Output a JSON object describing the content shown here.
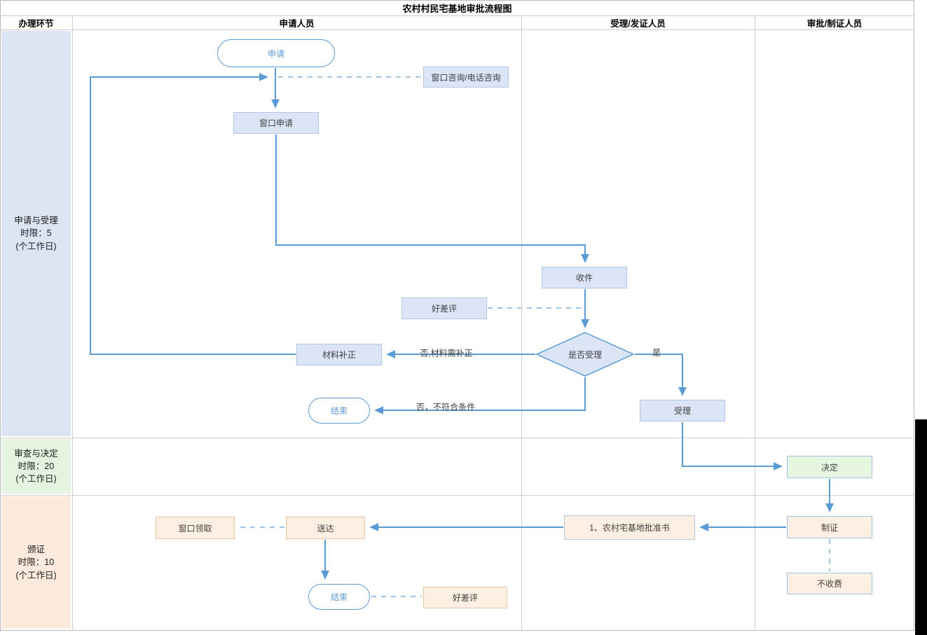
{
  "title": "农村村民宅基地审批流程图",
  "columns": {
    "stage": "办理环节",
    "applicant": "申请人员",
    "acceptor": "受理/发证人员",
    "approver": "审批/制证人员"
  },
  "lanes": [
    {
      "name": "申请与受理",
      "time": "时限：5",
      "unit": "(个工作日)"
    },
    {
      "name": "审查与决定",
      "time": "时限：20",
      "unit": "(个工作日)"
    },
    {
      "name": "颁证",
      "time": "时限：10",
      "unit": "(个工作日)"
    }
  ],
  "nodes": {
    "start": "申请",
    "consult": "窗口咨询/电话咨询",
    "window_apply": "窗口申请",
    "receive": "收件",
    "review_mid": "好差评",
    "decision": "是否受理",
    "correction": "材料补正",
    "end1": "结束",
    "accept": "受理",
    "decide": "决定",
    "make_cert": "制证",
    "no_fee": "不收费",
    "approval_doc": "1、农村宅基地批准书",
    "deliver": "送达",
    "pickup": "窗口领取",
    "end2": "结束",
    "review_bottom": "好差评"
  },
  "edge_labels": {
    "no_correction": "否,材料需补正",
    "no_reject": "否，不符合条件",
    "yes": "是"
  },
  "colors": {
    "arrow_blue": "#5b9bd5",
    "dashed_blue": "#9dc3e6",
    "box_blue_fill": "#dbe5f6",
    "green_fill": "#e7f6e0",
    "peach_fill": "#fdefe2",
    "lane_blue": "#dbe5f3",
    "lane_green": "#e5f4e0",
    "lane_peach": "#fcebdc",
    "grid_gray": "#cfcfcf"
  }
}
